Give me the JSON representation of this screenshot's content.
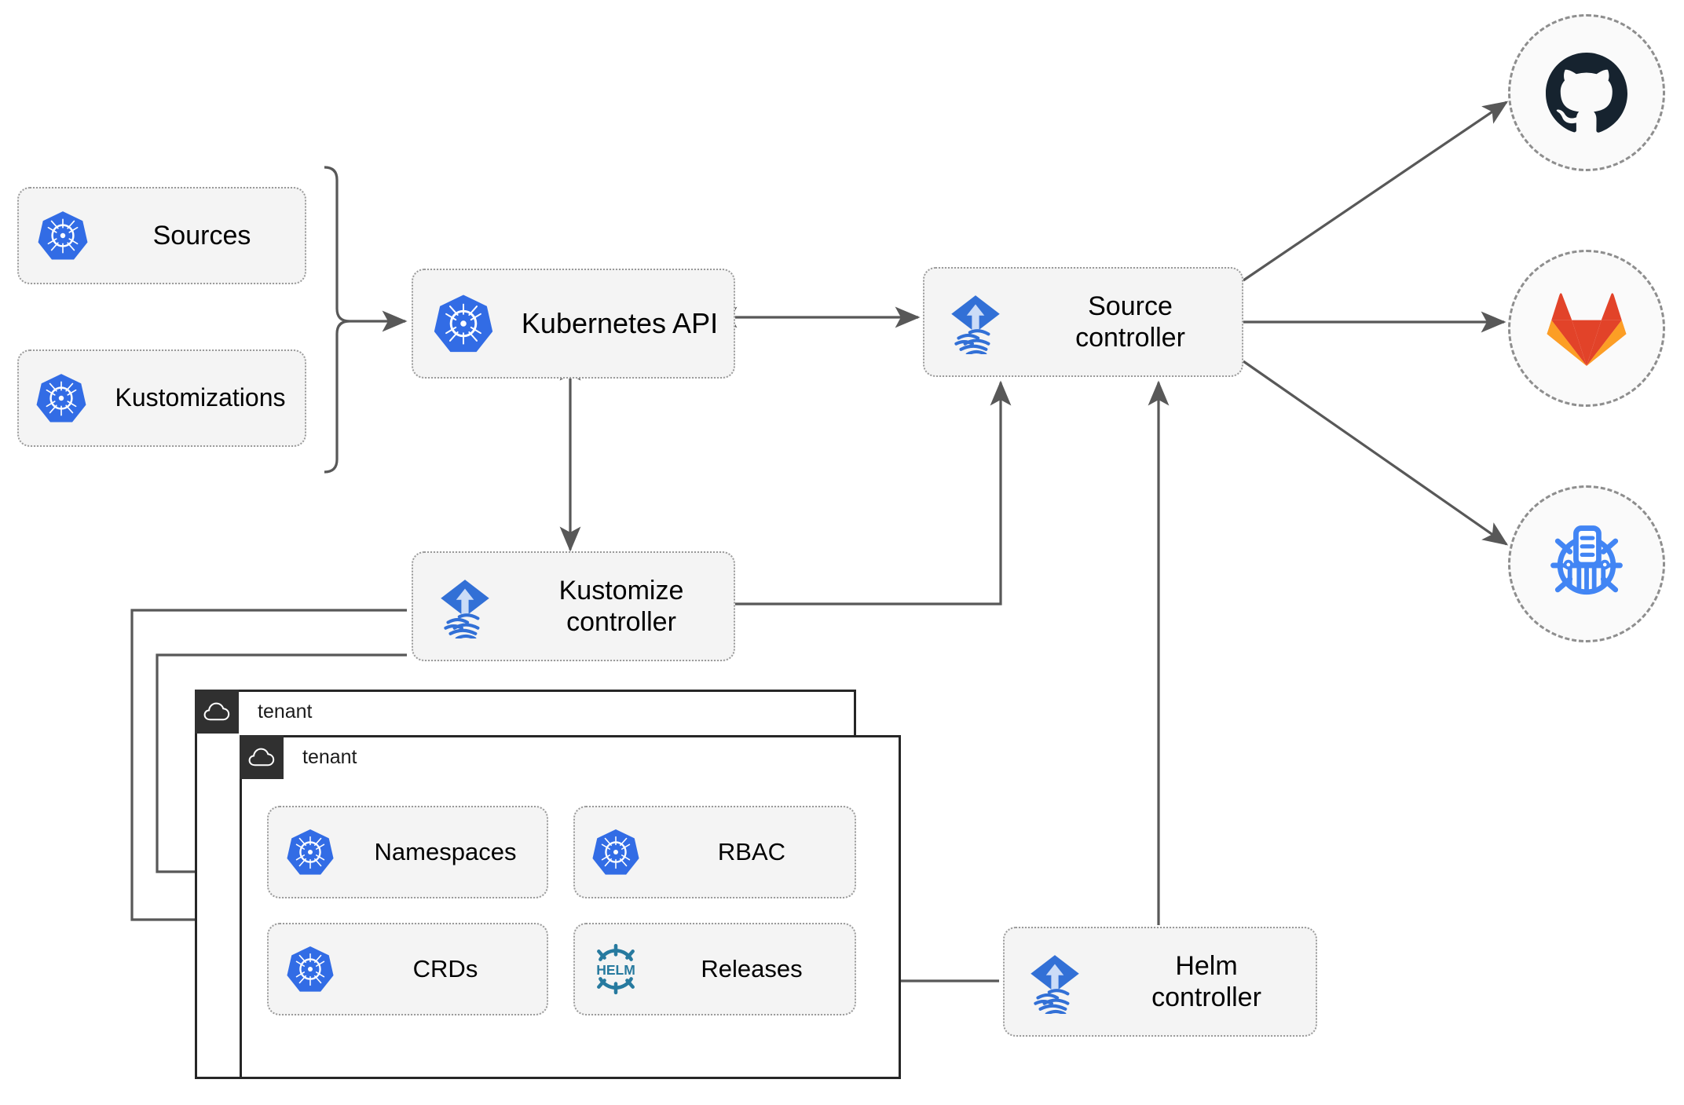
{
  "diagram": {
    "title": "Flux GitOps architecture",
    "colors": {
      "kubernetes_blue": "#326CE5",
      "flux_blue": "#3270D6",
      "helm_teal": "#277A9F",
      "github_dark": "#16232F",
      "gitlab_orange": "#E24329",
      "gitlab_light_orange": "#FCA326",
      "bucket_blue": "#4285F4",
      "node_fill": "#f4f4f4",
      "node_border": "#9a9a9a",
      "arrow": "#585858",
      "tenant_border": "#262626",
      "tenant_header": "#303030"
    },
    "nodes": {
      "sources": {
        "label": "Sources",
        "icon": "kubernetes-icon"
      },
      "kustomizations": {
        "label": "Kustomizations",
        "icon": "kubernetes-icon"
      },
      "kubernetes_api": {
        "label": "Kubernetes API",
        "icon": "kubernetes-icon"
      },
      "source_controller": {
        "label": "Source\ncontroller",
        "icon": "flux-icon"
      },
      "kustomize_controller": {
        "label": "Kustomize\ncontroller",
        "icon": "flux-icon"
      },
      "helm_controller": {
        "label": "Helm\ncontroller",
        "icon": "flux-icon"
      },
      "namespaces": {
        "label": "Namespaces",
        "icon": "kubernetes-icon"
      },
      "rbac": {
        "label": "RBAC",
        "icon": "kubernetes-icon"
      },
      "crds": {
        "label": "CRDs",
        "icon": "kubernetes-icon"
      },
      "releases": {
        "label": "Releases",
        "icon": "helm-icon"
      }
    },
    "tenants": [
      {
        "label": "tenant",
        "icon": "cloud-icon"
      },
      {
        "label": "tenant",
        "icon": "cloud-icon"
      }
    ],
    "providers": [
      {
        "name": "github",
        "icon": "github-icon"
      },
      {
        "name": "gitlab",
        "icon": "gitlab-icon"
      },
      {
        "name": "bucket",
        "icon": "bucket-icon"
      }
    ]
  }
}
